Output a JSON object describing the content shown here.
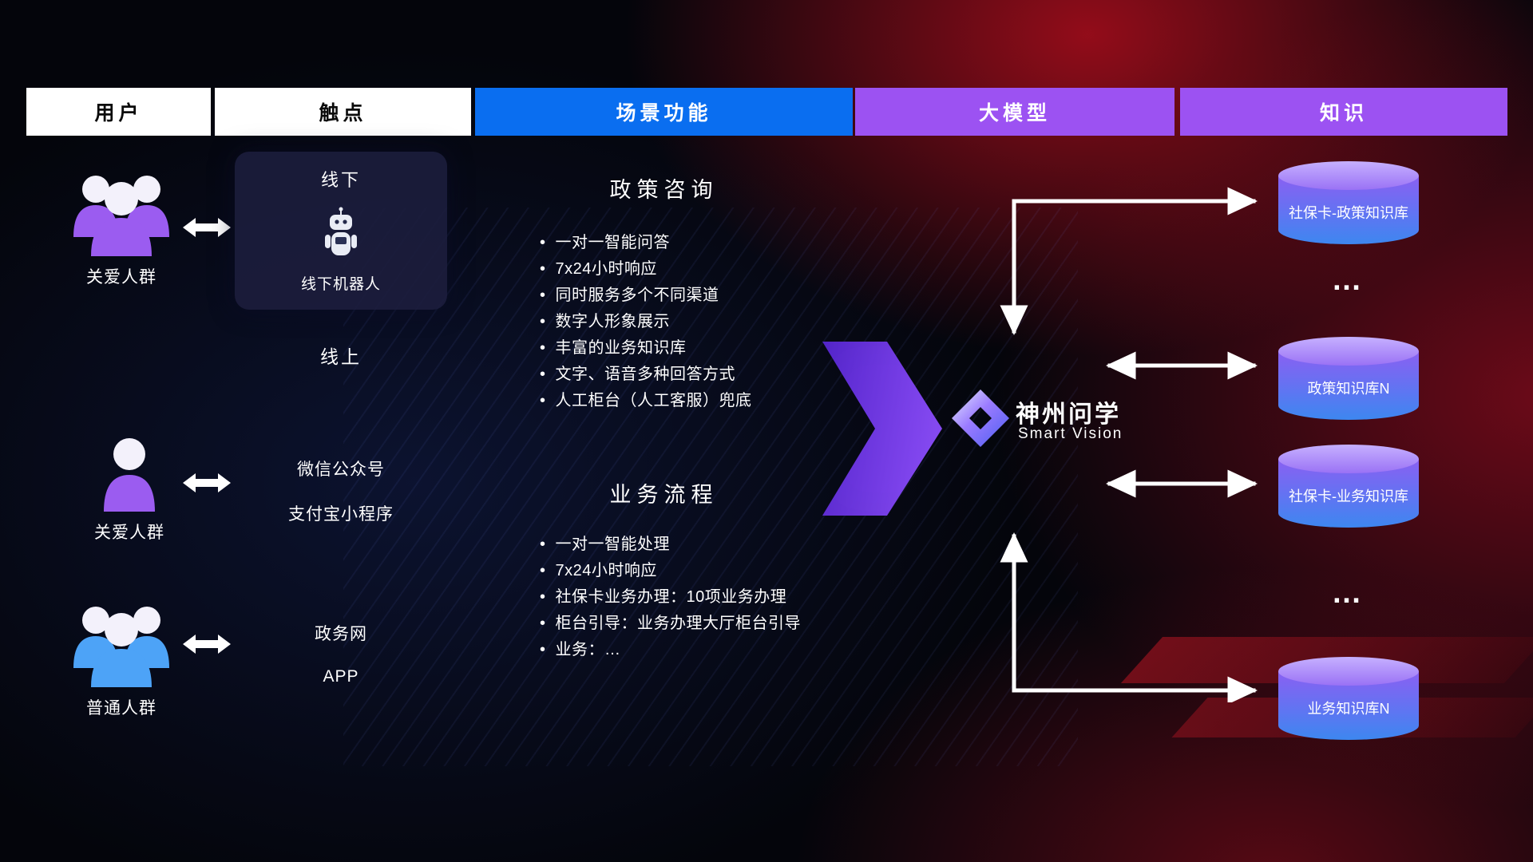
{
  "header": {
    "columns": [
      {
        "label": "用户",
        "style": "light"
      },
      {
        "label": "触点",
        "style": "light"
      },
      {
        "label": "场景功能",
        "style": "blue"
      },
      {
        "label": "大模型",
        "style": "purple"
      },
      {
        "label": "知识",
        "style": "purple"
      }
    ]
  },
  "colors": {
    "header_blue": "#0a6ef0",
    "header_purple": "#9c52f2",
    "user_purple": "#9b5cf0",
    "user_blue": "#4da3f7",
    "flow_arrow_purple": "#7a3ff0",
    "db_top": "#c6b0ff",
    "db_bottom": "#3d87f0",
    "arrow_white": "#ffffff"
  },
  "users": {
    "items": [
      {
        "label": "关爱人群",
        "icon": "group-people-icon"
      },
      {
        "label": "关爱人群",
        "icon": "single-person-icon"
      },
      {
        "label": "普通人群",
        "icon": "group-people-icon"
      }
    ]
  },
  "touchpoints": {
    "offline": {
      "title": "线下",
      "robot_label": "线下机器人"
    },
    "online_title": "线上",
    "online_items": [
      "微信公众号",
      "支付宝小程序",
      "政务网",
      "APP"
    ]
  },
  "scenarios": [
    {
      "title": "政策咨询",
      "bullets": [
        "一对一智能问答",
        "7x24小时响应",
        "同时服务多个不同渠道",
        "数字人形象展示",
        "丰富的业务知识库",
        "文字、语音多种回答方式",
        "人工柜台（人工客服）兜底"
      ]
    },
    {
      "title": "业务流程",
      "bullets": [
        "一对一智能处理",
        "7x24小时响应",
        "社保卡业务办理：10项业务办理",
        "柜台引导：业务办理大厅柜台引导",
        "业务：…"
      ]
    }
  ],
  "model": {
    "brand": "神州问学",
    "brand_sub": "Smart Vision"
  },
  "knowledge": {
    "databases": [
      "社保卡-政策知识库",
      "政策知识库N",
      "社保卡-业务知识库",
      "业务知识库N"
    ],
    "ellipsis": "…"
  }
}
